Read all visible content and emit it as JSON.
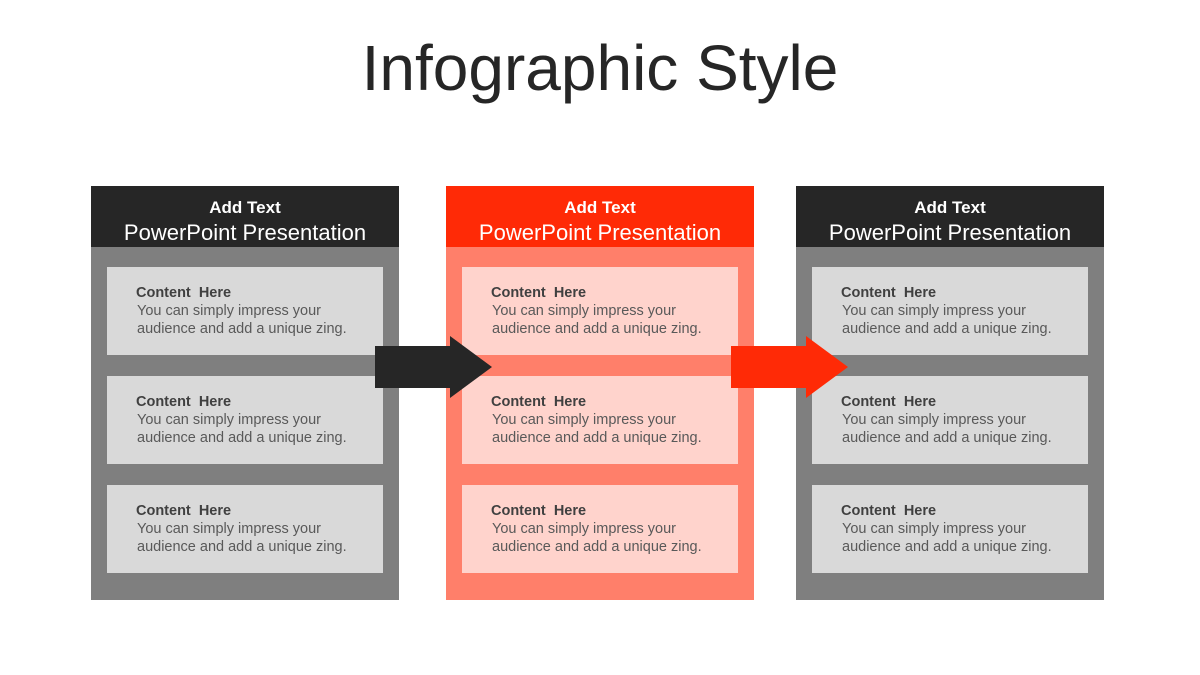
{
  "slide": {
    "title": "Infographic Style",
    "colors": {
      "dark_header": "#262626",
      "dark_body": "#7f7f7f",
      "dark_card": "#d9d9d9",
      "accent_header": "#ff2a06",
      "accent_body": "#ff7f6a",
      "accent_card": "#ffd3cc"
    }
  },
  "columns": [
    {
      "style": "dark",
      "header_title": "Add Text",
      "header_subtitle": "PowerPoint Presentation",
      "cards": [
        {
          "title": "Content  Here",
          "text": "You can simply impress your audience and add a unique zing."
        },
        {
          "title": "Content  Here",
          "text": "You can simply impress your audience and add a unique zing."
        },
        {
          "title": "Content  Here",
          "text": "You can simply impress your audience and add a unique zing."
        }
      ]
    },
    {
      "style": "accent",
      "header_title": "Add Text",
      "header_subtitle": "PowerPoint Presentation",
      "cards": [
        {
          "title": "Content  Here",
          "text": "You can simply impress your audience and add a unique zing."
        },
        {
          "title": "Content  Here",
          "text": "You can simply impress your audience and add a unique zing."
        },
        {
          "title": "Content  Here",
          "text": "You can simply impress your audience and add a unique zing."
        }
      ]
    },
    {
      "style": "dark",
      "header_title": "Add Text",
      "header_subtitle": "PowerPoint Presentation",
      "cards": [
        {
          "title": "Content  Here",
          "text": "You can simply impress your audience and add a unique zing."
        },
        {
          "title": "Content  Here",
          "text": "You can simply impress your audience and add a unique zing."
        },
        {
          "title": "Content  Here",
          "text": "You can simply impress your audience and add a unique zing."
        }
      ]
    }
  ],
  "arrows": [
    {
      "icon": "arrow-right-icon",
      "color": "#262626"
    },
    {
      "icon": "arrow-right-icon",
      "color": "#ff2a06"
    }
  ]
}
